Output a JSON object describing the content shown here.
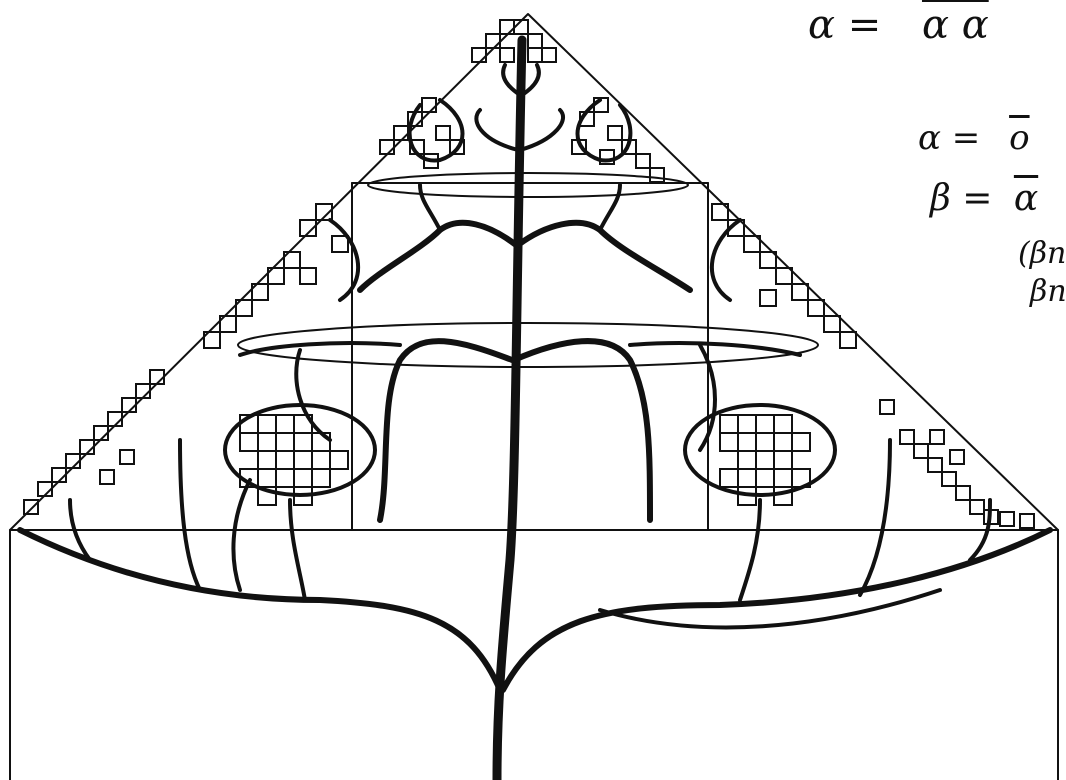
{
  "figure": {
    "description_icon": "fractal-tree-sierpinski-triangle",
    "ink_color": "#111111",
    "paper_color": "#ffffff"
  },
  "annotations": {
    "line1_lhs": "α =",
    "line1_rhs": "α α",
    "line2_lhs": "α =",
    "line2_rhs": "o",
    "line3_lhs": "β =",
    "line3_rhs": "α",
    "line4": "(βn",
    "line5": "βn"
  }
}
